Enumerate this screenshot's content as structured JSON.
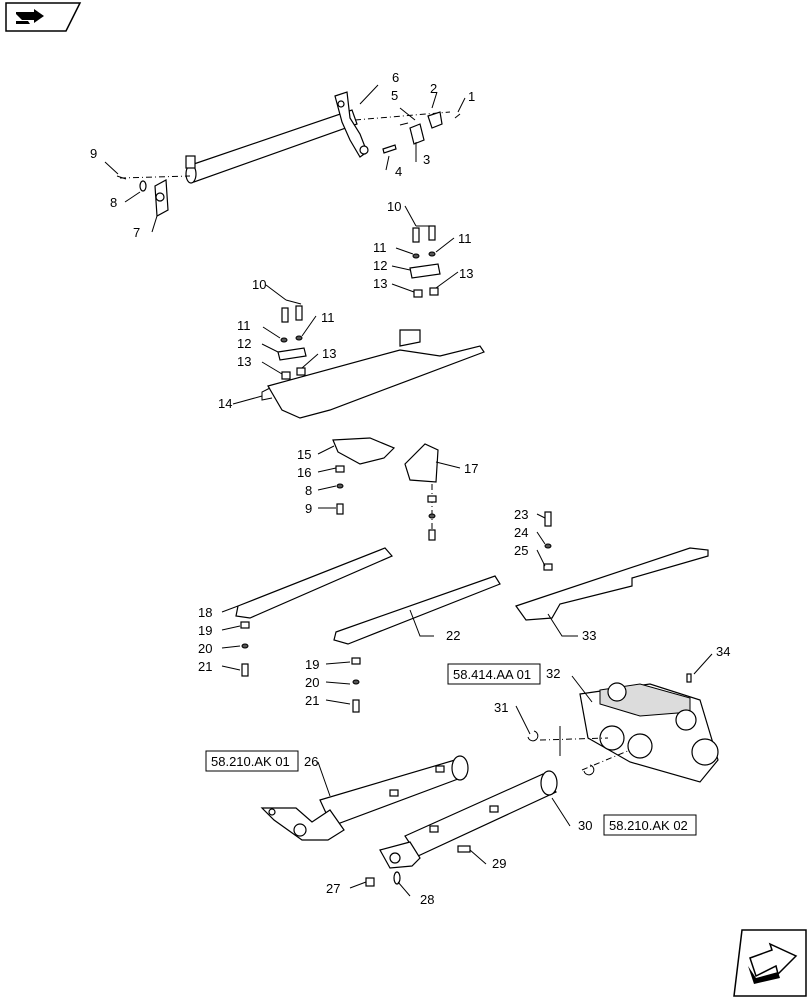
{
  "icons": {
    "top_left": "parts-catalog-arrow-icon",
    "bottom_right": "next-page-arrow-icon"
  },
  "references": [
    {
      "id": "ref-58414aa01",
      "label": "58.414.AA 01"
    },
    {
      "id": "ref-58210ak01",
      "label": "58.210.AK 01"
    },
    {
      "id": "ref-58210ak02",
      "label": "58.210.AK 02"
    }
  ],
  "callouts": {
    "c1": "1",
    "c2": "2",
    "c3": "3",
    "c4": "4",
    "c5": "5",
    "c6": "6",
    "c7": "7",
    "c8a": "8",
    "c9a": "9",
    "c10a": "10",
    "c11a": "11",
    "c11b": "11",
    "c12a": "12",
    "c13a": "13",
    "c13b": "13",
    "c10b": "10",
    "c11c": "11",
    "c11d": "11",
    "c12b": "12",
    "c13c": "13",
    "c13d": "13",
    "c14": "14",
    "c15": "15",
    "c16": "16",
    "c8b": "8",
    "c9b": "9",
    "c17": "17",
    "c23": "23",
    "c24": "24",
    "c25": "25",
    "c18": "18",
    "c19a": "19",
    "c20a": "20",
    "c21a": "21",
    "c22": "22",
    "c19b": "19",
    "c20b": "20",
    "c21b": "21",
    "c33": "33",
    "c31": "31",
    "c32": "32",
    "c34": "34",
    "c26": "26",
    "c30": "30",
    "c27": "27",
    "c28": "28",
    "c29": "29"
  }
}
